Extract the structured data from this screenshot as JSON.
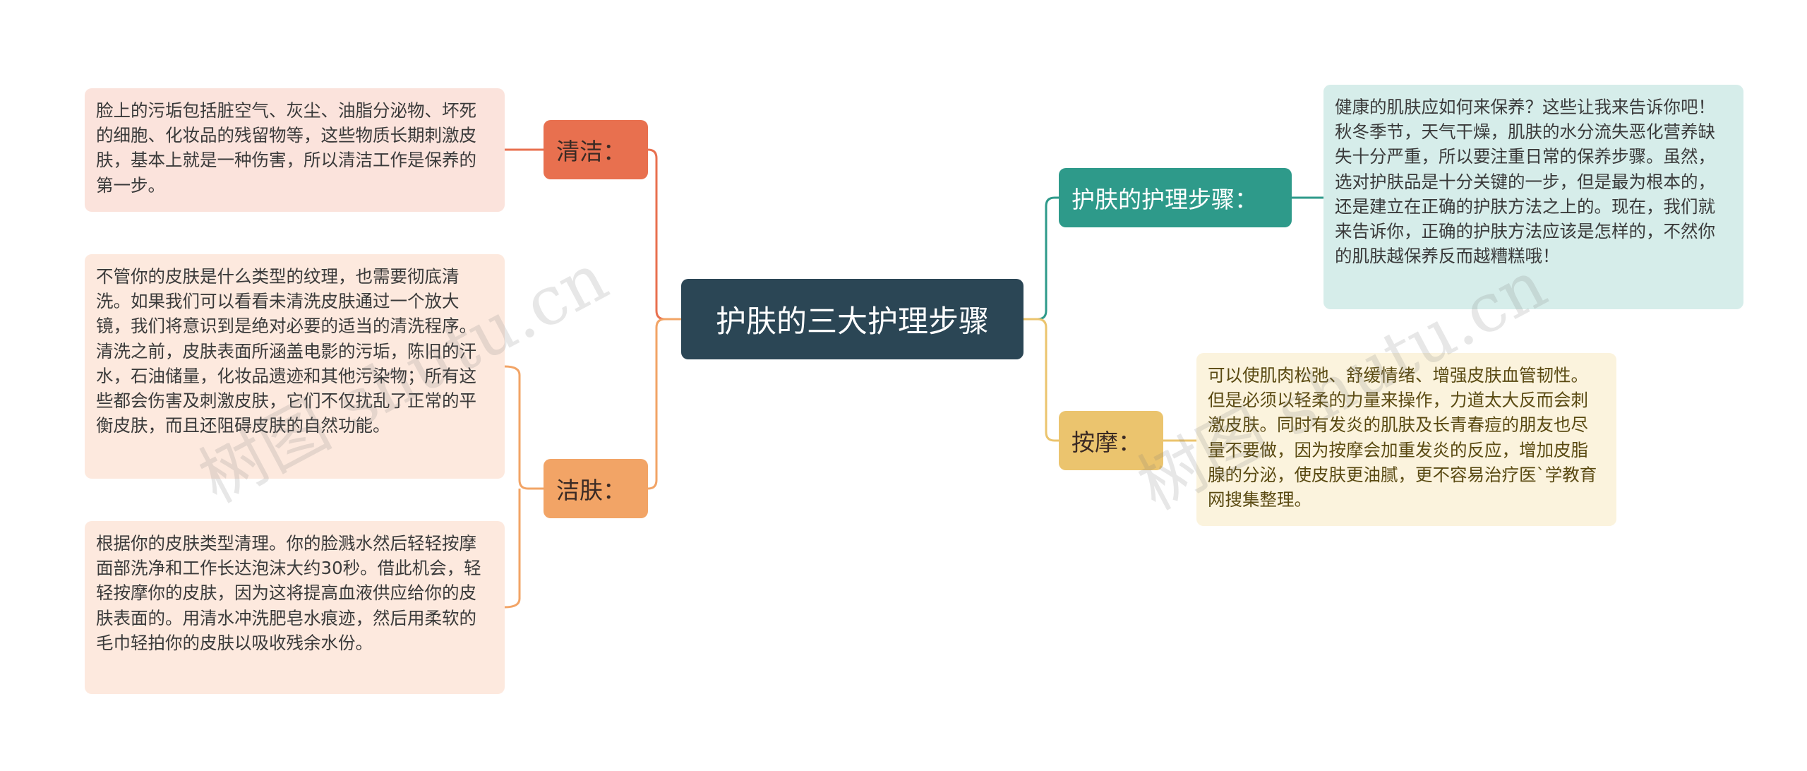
{
  "root": {
    "label": "护肤的三大护理步骤"
  },
  "branches": {
    "clean": {
      "label": "清洁：",
      "color": "#e8704f"
    },
    "jiefu": {
      "label": "洁肤：",
      "color": "#f2a466"
    },
    "steps": {
      "label": "护肤的护理步骤：",
      "color": "#2e9a8a"
    },
    "massage": {
      "label": "按摩：",
      "color": "#ebc46e"
    }
  },
  "leaves": {
    "clean": "脸上的污垢包括脏空气、灰尘、油脂分泌物、坏死的细胞、化妆品的残留物等，这些物质长期刺激皮肤，基本上就是一种伤害，所以清洁工作是保养的第一步。",
    "jiefu_1": "不管你的皮肤是什么类型的纹理，也需要彻底清洗。如果我们可以看看未清洗皮肤通过一个放大镜，我们将意识到是绝对必要的适当的清洗程序。清洗之前，皮肤表面所涵盖电影的污垢，陈旧的汗水，石油储量，化妆品遗迹和其他污染物；所有这些都会伤害及刺激皮肤，它们不仅扰乱了正常的平衡皮肤，而且还阻碍皮肤的自然功能。",
    "jiefu_2": "根据你的皮肤类型清理。你的脸溅水然后轻轻按摩面部洗净和工作长达泡沫大约30秒。借此机会，轻轻按摩你的皮肤，因为这将提高血液供应给你的皮肤表面的。用清水冲洗肥皂水痕迹，然后用柔软的毛巾轻拍你的皮肤以吸收残余水份。",
    "steps": "健康的肌肤应如何来保养？这些让我来告诉你吧！秋冬季节，天气干燥，肌肤的水分流失恶化营养缺失十分严重，所以要注重日常的保养步骤。虽然，选对护肤品是十分关键的一步，但是最为根本的，还是建立在正确的护肤方法之上的。现在，我们就来告诉你，正确的护肤方法应该是怎样的，不然你的肌肤越保养反而越糟糕哦！",
    "massage": "可以使肌肉松弛、舒缓情绪、增强皮肤血管韧性。但是必须以轻柔的力量来操作，力道太大反而会刺激皮肤。同时有发炎的肌肤及长青春痘的朋友也尽量不要做，因为按摩会加重发炎的反应，增加皮脂腺的分泌，使皮肤更油腻，更不容易治疗医`学教育网搜集整理。"
  },
  "watermark": "树图 shutu.cn"
}
